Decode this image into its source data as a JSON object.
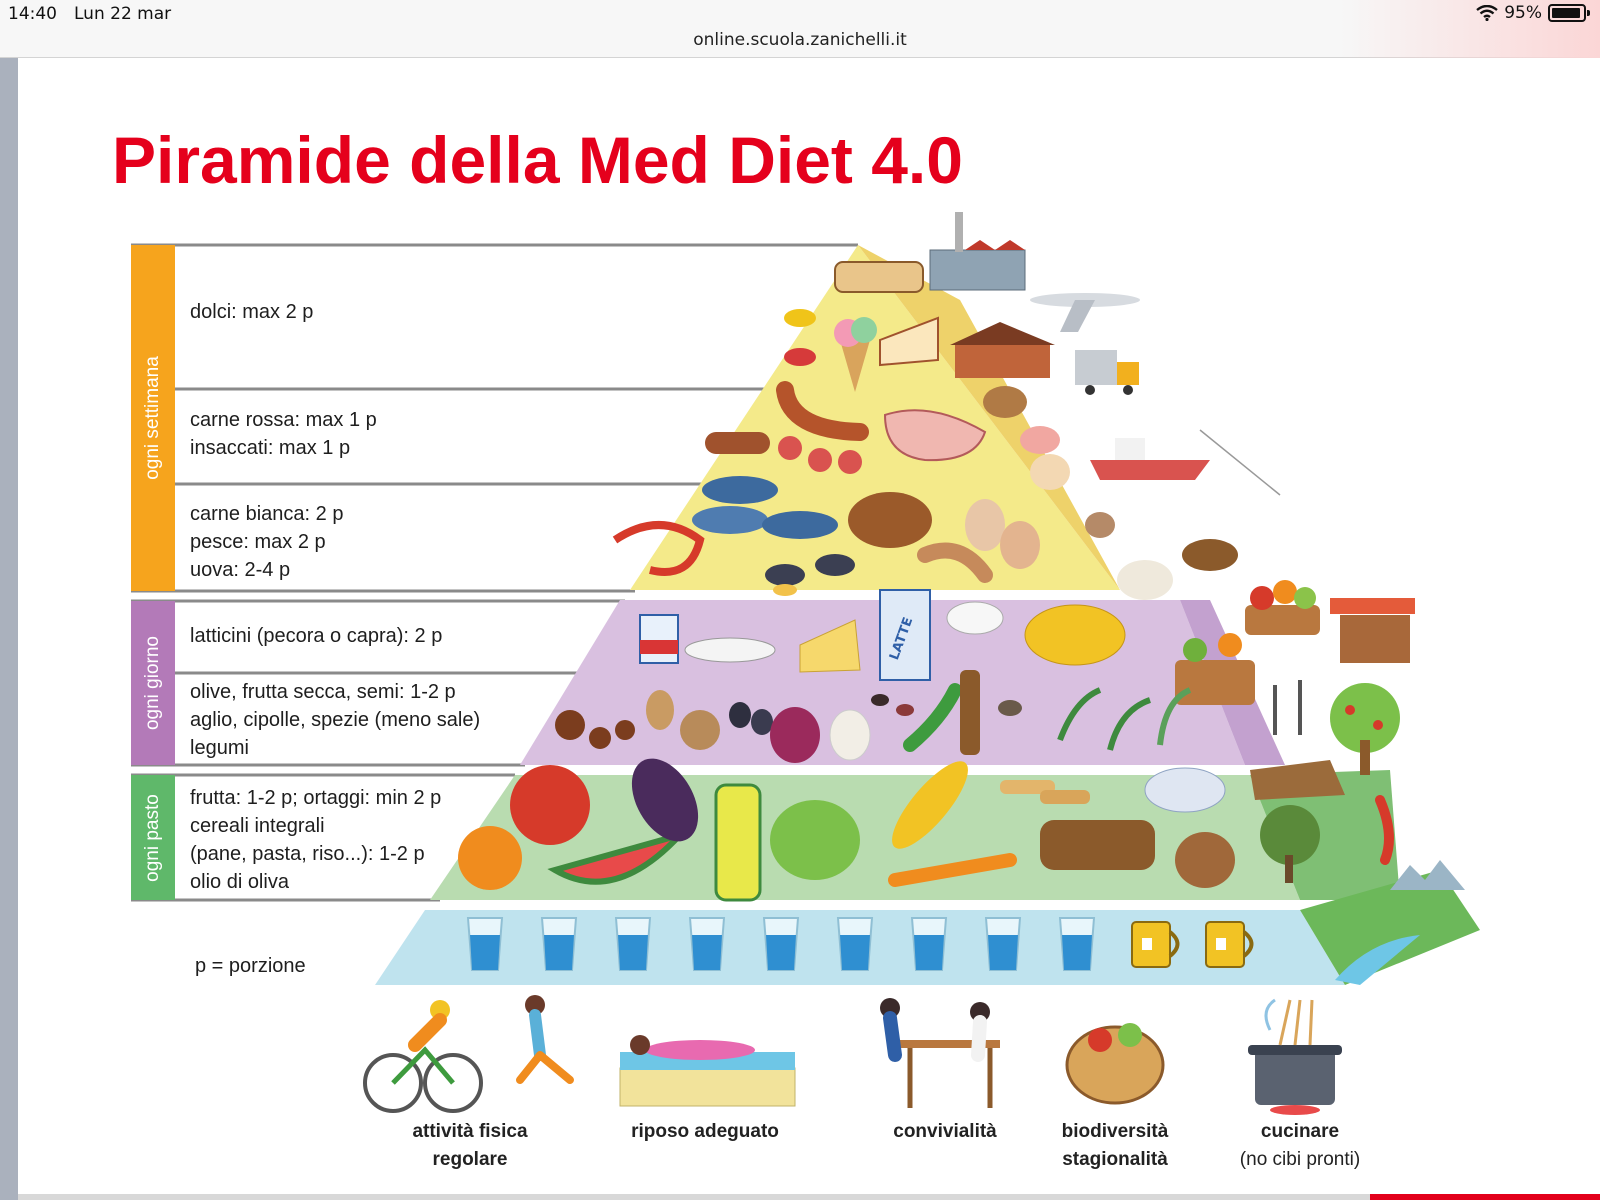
{
  "status_bar": {
    "time": "14:40",
    "date": "Lun 22 mar",
    "url": "online.scuola.zanichelli.it",
    "battery": "95%"
  },
  "title": "Piramide della Med Diet 4.0",
  "frequency_bands": {
    "week": "ogni settimana",
    "day": "ogni giorno",
    "meal": "ogni pasto"
  },
  "rows": {
    "sweets": [
      "dolci: max 2 p"
    ],
    "red_meat": [
      "carne rossa: max 1 p",
      "insaccati: max 1 p"
    ],
    "white_meat": [
      "carne bianca: 2 p",
      "pesce: max 2 p",
      "uova: 2-4 p"
    ],
    "dairy": [
      "latticini (pecora o capra): 2 p"
    ],
    "olives": [
      "olive, frutta secca, semi: 1-2 p",
      "aglio, cipolle, spezie (meno sale)",
      "legumi"
    ],
    "fruit": [
      "frutta: 1-2 p; ortaggi: min 2 p",
      "cereali integrali",
      "(pane, pasta, riso...): 1-2 p",
      "olio di oliva"
    ]
  },
  "legend": "p = porzione",
  "milk_label": "LATTE",
  "activities": {
    "activity": [
      "attività fisica",
      "regolare"
    ],
    "rest": "riposo adeguato",
    "conviviality": "convivialità",
    "biodiversity": [
      "biodiversità",
      "stagionalità"
    ],
    "cooking": [
      "cucinare",
      "(no cibi pronti)"
    ]
  },
  "colors": {
    "title": "#e5001c",
    "week_band": "#f6a41d",
    "day_band": "#b37ab8",
    "meal_band": "#5fb86a",
    "pyramid_yellow": "#f4ea8a",
    "pyramid_purple": "#d9c0e0",
    "pyramid_green": "#b9dcb0",
    "pyramid_blue": "#bfe3ee"
  }
}
